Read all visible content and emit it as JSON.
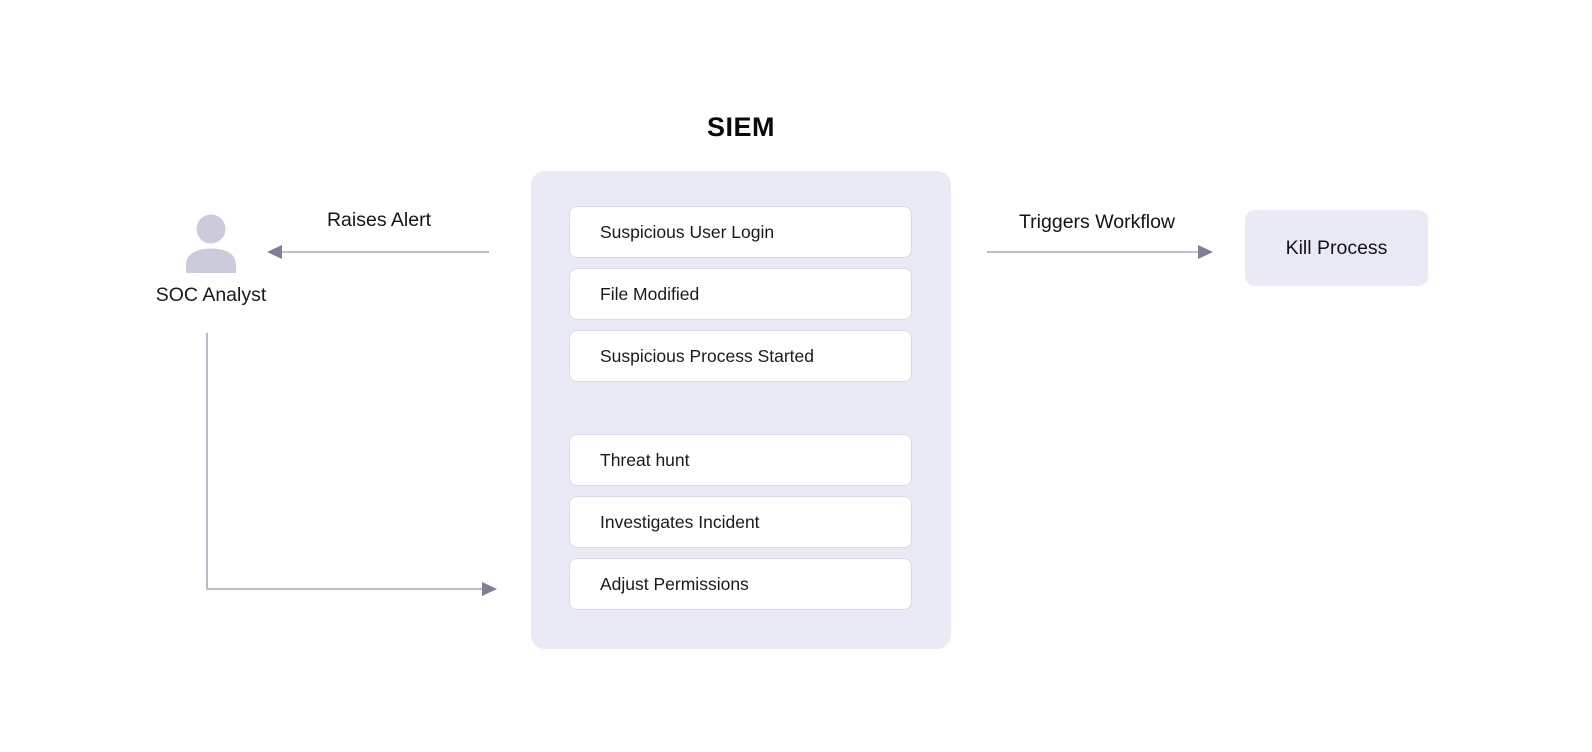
{
  "diagram": {
    "title": "SIEM",
    "actor": {
      "label": "SOC Analyst"
    },
    "siem_events": [
      "Suspicious User Login",
      "File Modified",
      "Suspicious Process Started"
    ],
    "analyst_actions": [
      "Threat hunt",
      "Investigates Incident",
      "Adjust Permissions"
    ],
    "arrows": {
      "raises_alert": "Raises Alert",
      "triggers_workflow": "Triggers Workflow"
    },
    "workflow_node": {
      "label": "Kill Process"
    },
    "colors": {
      "container_bg": "#eaeaf6",
      "card_bg": "#ffffff",
      "card_border": "#d9d9e7",
      "arrow_line": "#a8a8bc",
      "arrow_head": "#7f7f96",
      "actor_icon": "#cbcbdc",
      "text": "#1a1a1c"
    }
  }
}
